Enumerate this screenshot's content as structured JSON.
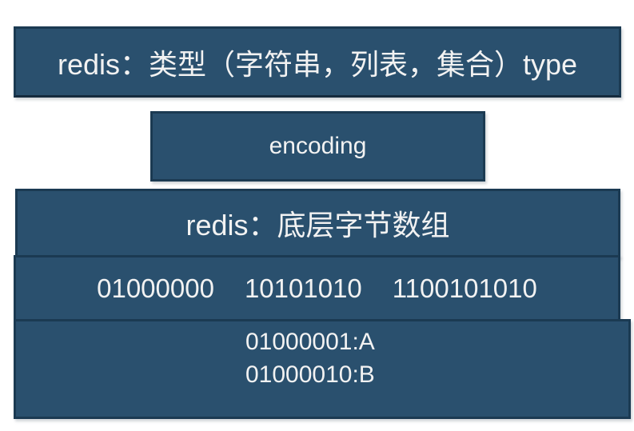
{
  "diagram": {
    "title_box": {
      "label": "redis：类型（字符串，列表，集合）type"
    },
    "encoding_box": {
      "label": "encoding"
    },
    "byte_array": {
      "header": "redis：底层字节数组",
      "binary_groups": [
        "01000000",
        "10101010",
        "1100101010"
      ],
      "encoded_chars": [
        "01000001:A",
        "01000010:B"
      ]
    }
  },
  "colors": {
    "box_fill": "#2A506E",
    "box_border": "#1B3A52",
    "text": "#F2F2F2",
    "background": "#FFFFFF"
  }
}
